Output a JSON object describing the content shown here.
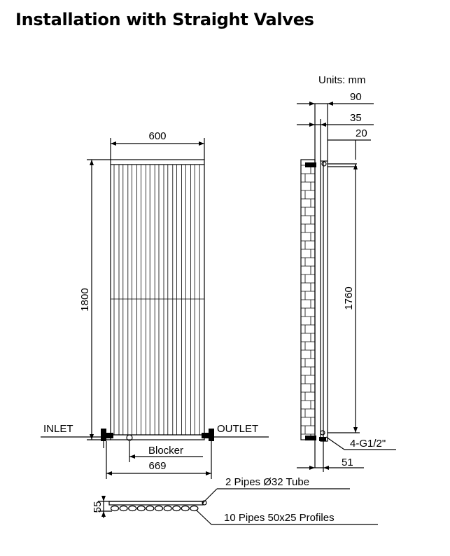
{
  "title": "Installation with Straight Valves",
  "units": "Units: mm",
  "front": {
    "width": "600",
    "height": "1800",
    "inlet": "INLET",
    "outlet": "OUTLET",
    "blocker": "Blocker",
    "total_width": "669"
  },
  "side": {
    "depth_total": "90",
    "depth_mid": "35",
    "depth_small": "20",
    "height": "1760",
    "thread": "4-G1/2\"",
    "offset": "51"
  },
  "bottom": {
    "height": "55",
    "tubes": "2 Pipes Ø32  Tube",
    "profiles": "10 Pipes 50x25 Profiles"
  }
}
